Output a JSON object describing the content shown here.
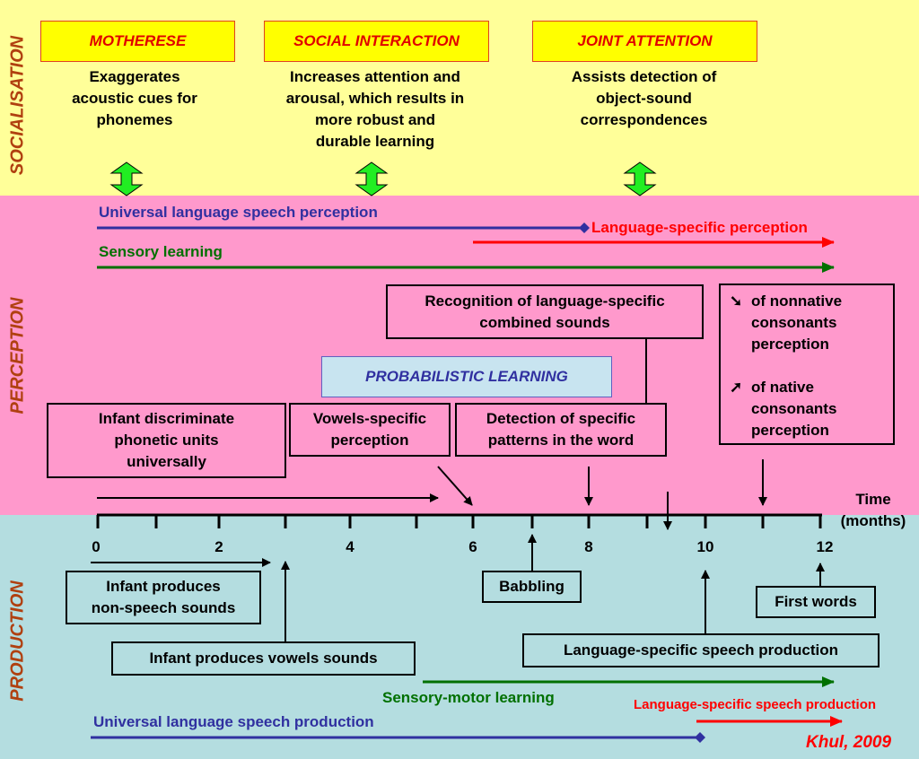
{
  "bands": {
    "socialisation": {
      "label": "SOCIALISATION",
      "color": "#ffff99"
    },
    "perception": {
      "label": "PERCEPTION",
      "color": "#ff99cc"
    },
    "production": {
      "label": "PRODUCTION",
      "color": "#b4dde0"
    }
  },
  "social": {
    "motherese": {
      "title": "MOTHERESE",
      "desc": [
        "Exaggerates",
        "acoustic cues for",
        "phonemes"
      ]
    },
    "interaction": {
      "title": "SOCIAL INTERACTION",
      "desc": [
        "Increases attention and",
        "arousal, which results in",
        "more robust and",
        "durable learning"
      ]
    },
    "joint": {
      "title": "JOINT ATTENTION",
      "desc": [
        "Assists detection of",
        "object-sound",
        "correspondences"
      ]
    }
  },
  "perception": {
    "universal_label": "Universal language speech perception",
    "specific_label": "Language-specific perception",
    "sensory_label": "Sensory learning",
    "recognition": [
      "Recognition of language-specific",
      "combined sounds"
    ],
    "probabilistic": "PROBABILISTIC LEARNING",
    "discriminate": [
      "Infant discriminate",
      "phonetic units",
      "universally"
    ],
    "vowels": [
      "Vowels-specific",
      "perception"
    ],
    "detection": [
      "Detection of specific",
      "patterns in the word"
    ],
    "consonants_down": [
      "of nonnative",
      "consonants",
      "perception"
    ],
    "consonants_up": [
      "of native",
      "consonants",
      "perception"
    ],
    "arrow_down_glyph": "➘",
    "arrow_up_glyph": "➚"
  },
  "timeline": {
    "label": [
      "Time",
      "(months)"
    ],
    "ticks": [
      "0",
      "2",
      "4",
      "6",
      "8",
      "10",
      "12"
    ]
  },
  "production": {
    "non_speech": [
      "Infant produces",
      "non-speech sounds"
    ],
    "vowels": "Infant produces vowels sounds",
    "babbling": "Babbling",
    "first_words": "First words",
    "lang_specific_box": "Language-specific speech production",
    "sensory_motor": "Sensory-motor learning",
    "lang_specific_label": "Language-specific speech production",
    "universal_label": "Universal language speech production"
  },
  "credit": "Khul, 2009",
  "colors": {
    "blue": "#3030a0",
    "red": "#ff0000",
    "green": "#007000",
    "arrow_green": "#22ee22"
  }
}
